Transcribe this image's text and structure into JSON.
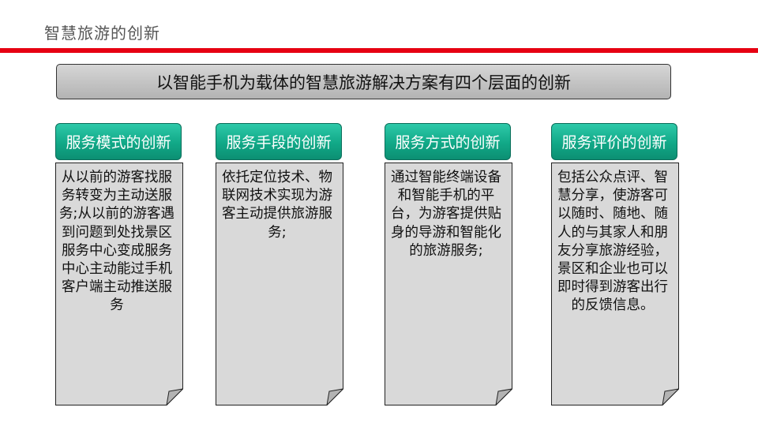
{
  "page": {
    "title": "智慧旅游的创新",
    "banner": "以智能手机为载体的智慧旅游解决方案有四个层面的创新"
  },
  "colors": {
    "accent_rule": "#e60012",
    "header_teal": "#11a887",
    "card_fill": "#d9d9d9",
    "banner_fill": "#c4c4c4"
  },
  "columns": [
    {
      "heading": "服务模式的创新",
      "body": "从以前的游客找服务转变为主动送服务;从以前的游客遇到问题到处找景区服务中心变成服务中心主动能过手机客户端主动推送服务"
    },
    {
      "heading": "服务手段的创新",
      "body": "依托定位技术、物联网技术实现为游客主动提供旅游服务;"
    },
    {
      "heading": "服务方式的创新",
      "body": "通过智能终端设备和智能手机的平台，为游客提供贴身的导游和智能化的旅游服务;"
    },
    {
      "heading": "服务评价的创新",
      "body": "包括公众点评、智慧分享，使游客可以随时、随地、随人的与其家人和朋友分享旅游经验，景区和企业也可以即时得到游客出行的反馈信息。"
    }
  ]
}
